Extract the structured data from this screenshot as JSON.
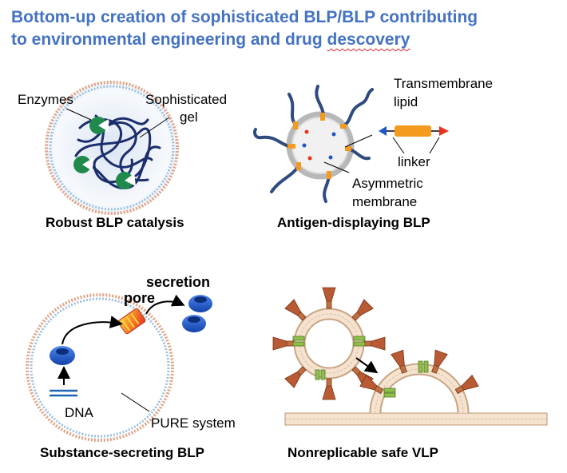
{
  "title": {
    "line1": "Bottom-up creation of sophisticated BLP/BLP contributing",
    "line2_part1": "to environmental engineering and drug ",
    "line2_part2": "descovery"
  },
  "panels": {
    "catalysis": {
      "label_enzymes": "Enzymes",
      "label_gel_line1": "Sophisticated",
      "label_gel_line2": "gel",
      "caption": "Robust BLP catalysis"
    },
    "antigen": {
      "label_transmembrane_line1": "Transmembrane",
      "label_transmembrane_line2": "lipid",
      "label_linker": "linker",
      "label_asym_line1": "Asymmetric",
      "label_asym_line2": "membrane",
      "caption": "Antigen-displaying BLP"
    },
    "secretion": {
      "label_secretion": "secretion",
      "label_pore": "pore",
      "label_dna": "DNA",
      "label_pure": "PURE system",
      "caption": "Substance-secreting BLP"
    },
    "vlp": {
      "caption": "Nonreplicable safe VLP"
    }
  },
  "colors": {
    "title": "#4472c4",
    "membrane_outer": "#e1a486",
    "membrane_inner": "#9cc0e0",
    "enzyme": "#1f8a4c",
    "protein": "#1f56c4",
    "tail": "#2f4b80",
    "spike": "#b85a33"
  }
}
